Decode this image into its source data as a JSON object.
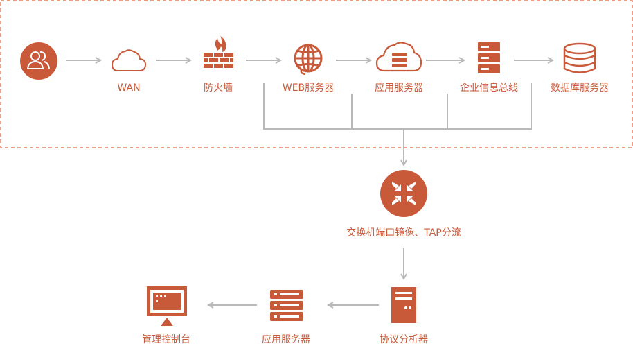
{
  "colors": {
    "accent": "#c85a3a",
    "line": "#b9b9b9",
    "border": "#d9623f"
  },
  "nodes": {
    "users": {
      "icon": "users-icon"
    },
    "wan": {
      "label": "WAN",
      "icon": "cloud-icon"
    },
    "firewall": {
      "label": "防火墙",
      "icon": "firewall-icon"
    },
    "web_server": {
      "label": "WEB服务器",
      "icon": "globe-icon"
    },
    "app_server_top": {
      "label": "应用服务器",
      "icon": "cloud-server-icon"
    },
    "enterprise_bus": {
      "label": "企业信息总线",
      "icon": "server-rack-icon"
    },
    "db_server": {
      "label": "数据库服务器",
      "icon": "database-icon"
    },
    "mirror_tap": {
      "label": "交换机端口镜像、TAP分流",
      "icon": "converge-arrows-icon"
    },
    "protocol_analyzer": {
      "label": "协议分析器",
      "icon": "tower-server-icon"
    },
    "app_server_bottom": {
      "label": "应用服务器",
      "icon": "server-stack-icon"
    },
    "console": {
      "label": "管理控制台",
      "icon": "monitor-icon"
    }
  }
}
